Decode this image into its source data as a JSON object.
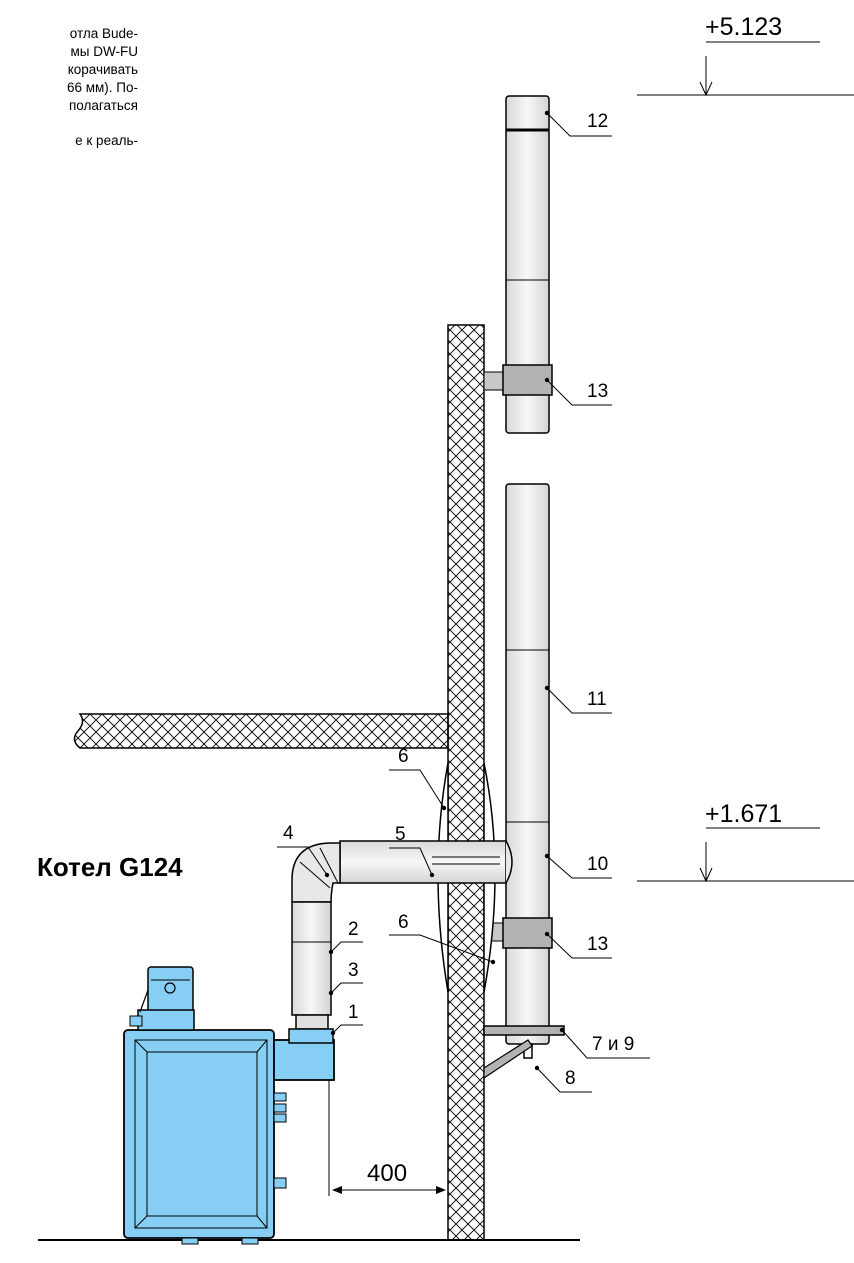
{
  "intro_text": {
    "lines": [
      "отла Bude-",
      "мы DW-FU",
      "корачивать",
      "66 мм). По-",
      "полагаться",
      "",
      "е к реаль-"
    ]
  },
  "elevations": {
    "top": "+5.123",
    "mid": "+1.671"
  },
  "boiler_label": "Котел G124",
  "dimension_400": "400",
  "callouts": {
    "c1": "1",
    "c2": "2",
    "c3": "3",
    "c4": "4",
    "c5": "5",
    "c6a": "6",
    "c6b": "6",
    "c7": "7 и 9",
    "c8": "8",
    "c10": "10",
    "c11": "11",
    "c12": "12",
    "c13a": "13",
    "c13b": "13"
  },
  "colors": {
    "boiler_fill": "#86cef4",
    "pipe_fill": "#ececec",
    "clamp_fill": "#b3b3b3",
    "line": "#000000"
  }
}
